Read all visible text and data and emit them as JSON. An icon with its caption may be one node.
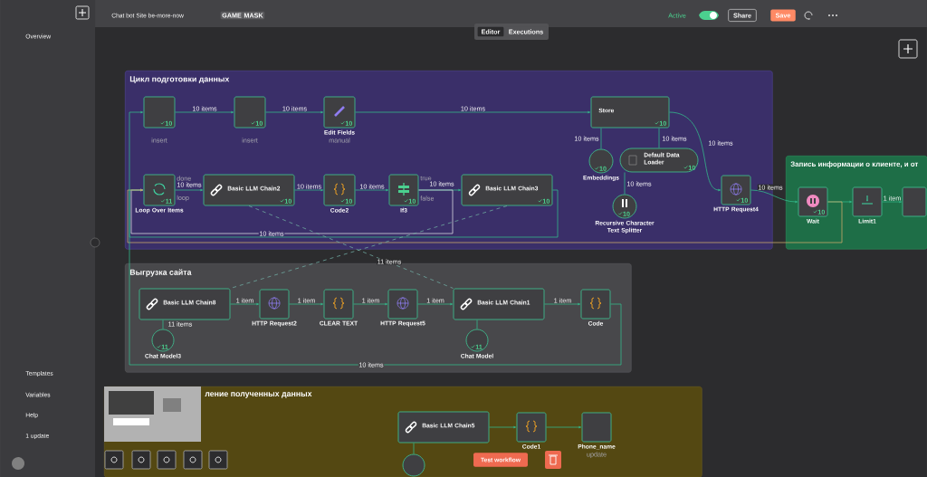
{
  "diagram": {
    "nodes": [
      {
        "text": [
          "Цикл подготовки данных"
        ]
      },
      {
        "text": [
          "10"
        ],
        "beside": [
          "insert"
        ],
        "in": 0
      },
      {
        "text": [
          "10"
        ],
        "beside": [
          "insert"
        ],
        "in": 0
      },
      {
        "text": [
          "10",
          "Edit Fields"
        ],
        "beside": [
          "manual"
        ],
        "in": 0
      },
      {
        "text": [
          "Store",
          "10"
        ],
        "in": 0
      },
      {
        "text": [
          "10",
          "Embeddings"
        ],
        "in": 0
      },
      {
        "text": [
          "Default Data Loader",
          "10"
        ],
        "in": 0
      },
      {
        "text": [
          "10",
          "Recursive Character Text Splitter"
        ],
        "in": 0
      },
      {
        "text": [
          "11",
          "Loop Over Items"
        ],
        "beside": [
          "done",
          "loop"
        ],
        "in": 0
      },
      {
        "text": [
          "Basic LLM Chain2",
          "10"
        ],
        "in": 0
      },
      {
        "text": [
          "10",
          "Code2"
        ],
        "in": 0
      },
      {
        "text": [
          "10",
          "If3"
        ],
        "beside": [
          "true",
          "false"
        ],
        "in": 0
      },
      {
        "text": [
          "Basic LLM Chain3",
          "10"
        ],
        "in": 0
      },
      {
        "text": [
          "10",
          "HTTP Request4"
        ],
        "in": 0
      },
      {
        "text": [
          "Запись информации о клиенте, и от"
        ]
      },
      {
        "text": [
          "10",
          "Wait"
        ],
        "in": 14
      },
      {
        "text": [
          "Limit1"
        ],
        "in": 14
      },
      {
        "text": [],
        "shape": "box",
        "in": 14
      },
      {
        "text": [
          "Выгрузка сайта"
        ]
      },
      {
        "text": [
          "Basic LLM Chain8"
        ],
        "in": 18
      },
      {
        "text": [
          "11",
          "Chat Model3"
        ],
        "in": 18
      },
      {
        "text": [
          "HTTP Request2"
        ],
        "in": 18
      },
      {
        "text": [
          "CLEAR TEXT"
        ],
        "in": 18
      },
      {
        "text": [
          "HTTP Request5"
        ],
        "in": 18
      },
      {
        "text": [
          "Basic LLM Chain1"
        ],
        "in": 18
      },
      {
        "text": [
          "11",
          "Chat Model"
        ],
        "in": 18
      },
      {
        "text": [
          "Code"
        ],
        "in": 18
      },
      {
        "text": [
          "ление полученных данных"
        ]
      },
      {
        "text": [
          "Basic LLM Chain5"
        ],
        "in": 27
      },
      {
        "text": [
          "Code1"
        ],
        "in": 27
      },
      {
        "text": [
          "Phone_name"
        ],
        "beside": [
          "update"
        ],
        "in": 27
      },
      {
        "text": [],
        "shape": "circle",
        "in": 27
      }
    ],
    "edges": [
      {
        "from": 1,
        "to": 2,
        "arrow": "to",
        "label": "10 items"
      },
      {
        "from": 2,
        "to": 3,
        "arrow": "to",
        "label": "10 items"
      },
      {
        "from": 3,
        "to": 4,
        "arrow": "to",
        "label": "10 items"
      },
      {
        "from": 4,
        "to": 13,
        "arrow": "to",
        "label": "10 items"
      },
      {
        "from": 5,
        "to": 4,
        "arrow": "none",
        "label": "10 items"
      },
      {
        "from": 6,
        "to": 4,
        "arrow": "none",
        "label": "10 items"
      },
      {
        "from": 7,
        "to": 6,
        "arrow": "none",
        "label": "10 items"
      },
      {
        "from": 8,
        "to": 9,
        "arrow": "to",
        "label": "10 items"
      },
      {
        "from": 9,
        "to": 10,
        "arrow": "to",
        "label": "10 items"
      },
      {
        "from": 10,
        "to": 11,
        "arrow": "to",
        "label": "10 items"
      },
      {
        "from": 11,
        "to": 12,
        "arrow": "to",
        "label": "10 items"
      },
      {
        "from": 11,
        "to": 8,
        "arrow": "to",
        "label": "10 items",
        "color": "#d8d8e0"
      },
      {
        "from": 12,
        "to": 8,
        "arrow": "to"
      },
      {
        "from": 13,
        "to": 15,
        "arrow": "to",
        "label": "10 items"
      },
      {
        "from": 15,
        "to": 16,
        "arrow": "to"
      },
      {
        "from": 16,
        "to": 17,
        "arrow": "to",
        "label": "1 item"
      },
      {
        "from": 15,
        "to": 8,
        "arrow": "to",
        "color": "#c9a86a"
      },
      {
        "from": 26,
        "to": 1,
        "arrow": "to",
        "label": "10 items"
      },
      {
        "from": 19,
        "to": 21,
        "arrow": "to",
        "label": "1 item"
      },
      {
        "from": 21,
        "to": 22,
        "arrow": "to",
        "label": "1 item"
      },
      {
        "from": 22,
        "to": 23,
        "arrow": "to",
        "label": "1 item"
      },
      {
        "from": 23,
        "to": 24,
        "arrow": "to",
        "label": "1 item"
      },
      {
        "from": 24,
        "to": 26,
        "arrow": "to",
        "label": "1 item"
      },
      {
        "from": 20,
        "to": 19,
        "arrow": "none",
        "label": "11 items"
      },
      {
        "from": 25,
        "to": 24,
        "arrow": "none"
      },
      {
        "from": 9,
        "to": 24,
        "arrow": "none",
        "label": "11 items",
        "style": "dashed",
        "color": "#6fa8a0"
      },
      {
        "from": 12,
        "to": 19,
        "arrow": "none",
        "style": "dashed",
        "color": "#6fa8a0"
      },
      {
        "from": 28,
        "to": 29,
        "arrow": "to"
      },
      {
        "from": 29,
        "to": 30,
        "arrow": "to"
      },
      {
        "from": 31,
        "to": 28,
        "arrow": "none"
      }
    ],
    "labels": [
      "Overview",
      "Chat bot Site be-more-now",
      "GAME",
      "MASK",
      "Active",
      "Share",
      "Save",
      "Editor",
      "Executions",
      "Templates",
      "Variables",
      "Help",
      "1 update",
      "Test workflow"
    ]
  }
}
